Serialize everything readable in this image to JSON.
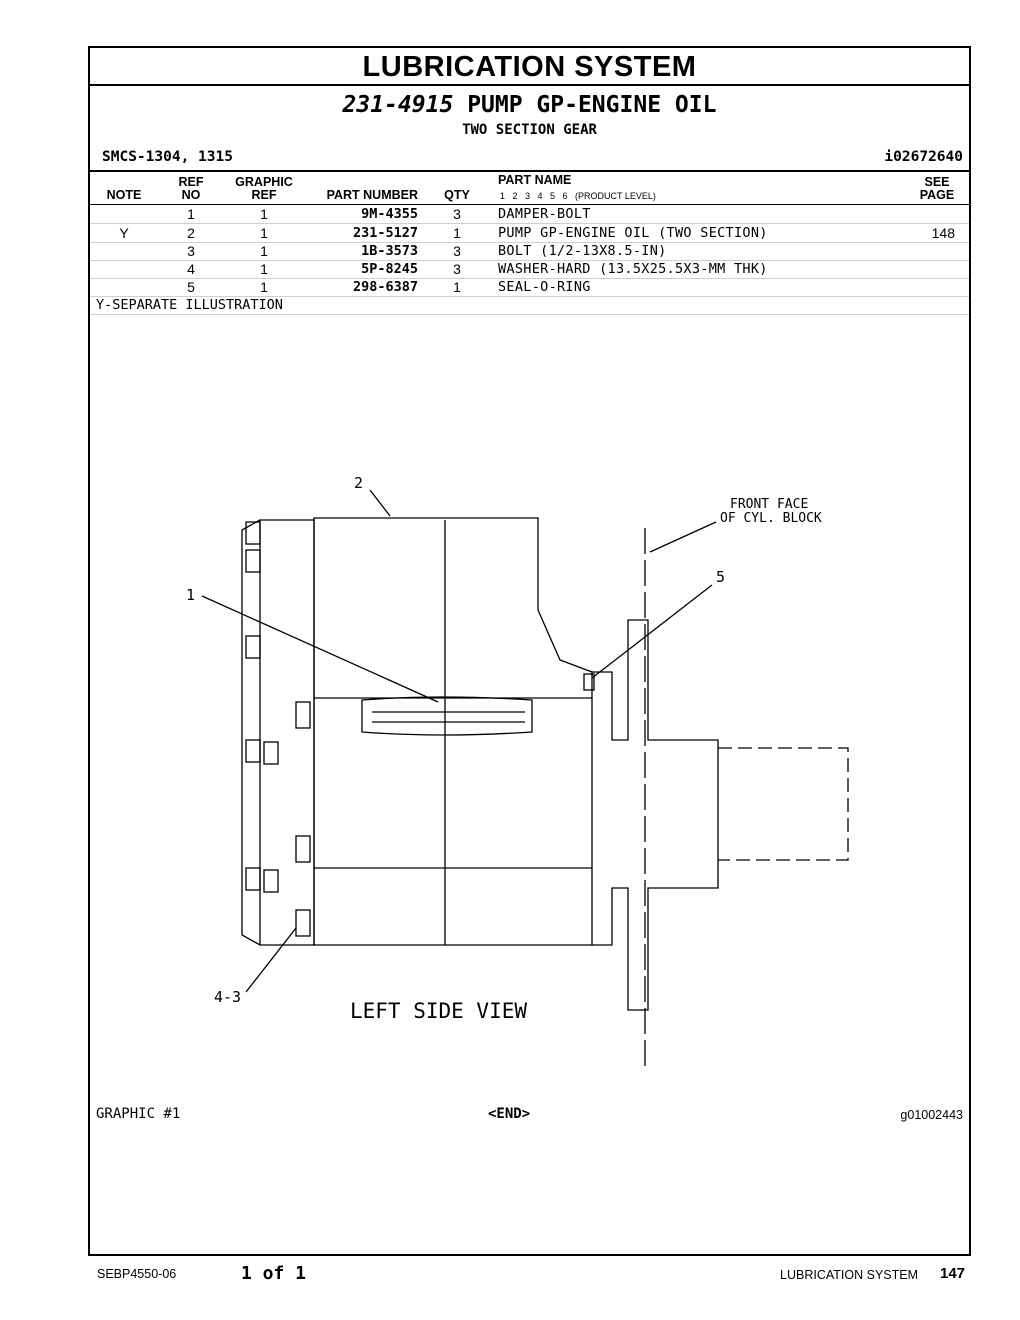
{
  "header": {
    "section_title": "LUBRICATION SYSTEM",
    "part_number": "231-4915",
    "part_name": "PUMP GP-ENGINE OIL",
    "subtitle": "TWO SECTION GEAR",
    "smcs": "SMCS-1304, 1315",
    "identifier": "i02672640"
  },
  "table": {
    "columns": {
      "note": "NOTE",
      "ref_top": "REF",
      "ref_bottom": "NO",
      "graphic_top": "GRAPHIC",
      "graphic_bottom": "REF",
      "part_number": "PART NUMBER",
      "qty": "QTY",
      "part_name": "PART NAME",
      "product_level": "1   2   3   4   5   6   (PRODUCT LEVEL)",
      "see_top": "SEE",
      "see_bottom": "PAGE"
    },
    "rows": [
      {
        "note": "",
        "ref": "1",
        "graphic": "1",
        "part": "9M-4355",
        "qty": "3",
        "name": "DAMPER-BOLT",
        "page": ""
      },
      {
        "note": "Y",
        "ref": "2",
        "graphic": "1",
        "part": "231-5127",
        "qty": "1",
        "name": "PUMP GP-ENGINE OIL (TWO SECTION)",
        "page": "148"
      },
      {
        "note": "",
        "ref": "3",
        "graphic": "1",
        "part": "1B-3573",
        "qty": "3",
        "name": "BOLT (1/2-13X8.5-IN)",
        "page": ""
      },
      {
        "note": "",
        "ref": "4",
        "graphic": "1",
        "part": "5P-8245",
        "qty": "3",
        "name": "WASHER-HARD (13.5X25.5X3-MM THK)",
        "page": ""
      },
      {
        "note": "",
        "ref": "5",
        "graphic": "1",
        "part": "298-6387",
        "qty": "1",
        "name": "SEAL-O-RING",
        "page": ""
      }
    ],
    "footnote": "Y-SEPARATE ILLUSTRATION"
  },
  "illustration": {
    "callout_1": "1",
    "callout_2": "2",
    "callout_5": "5",
    "callout_4_3": "4-3",
    "front_face_line1": "FRONT FACE",
    "front_face_line2": "OF CYL. BLOCK",
    "view_label": "LEFT SIDE VIEW",
    "graphic_label": "GRAPHIC #1",
    "end_label": "<END>",
    "graphic_id": "g01002443"
  },
  "footer": {
    "document": "SEBP4550-06",
    "pages": "1 of 1",
    "section": "LUBRICATION SYSTEM",
    "page_number": "147"
  }
}
